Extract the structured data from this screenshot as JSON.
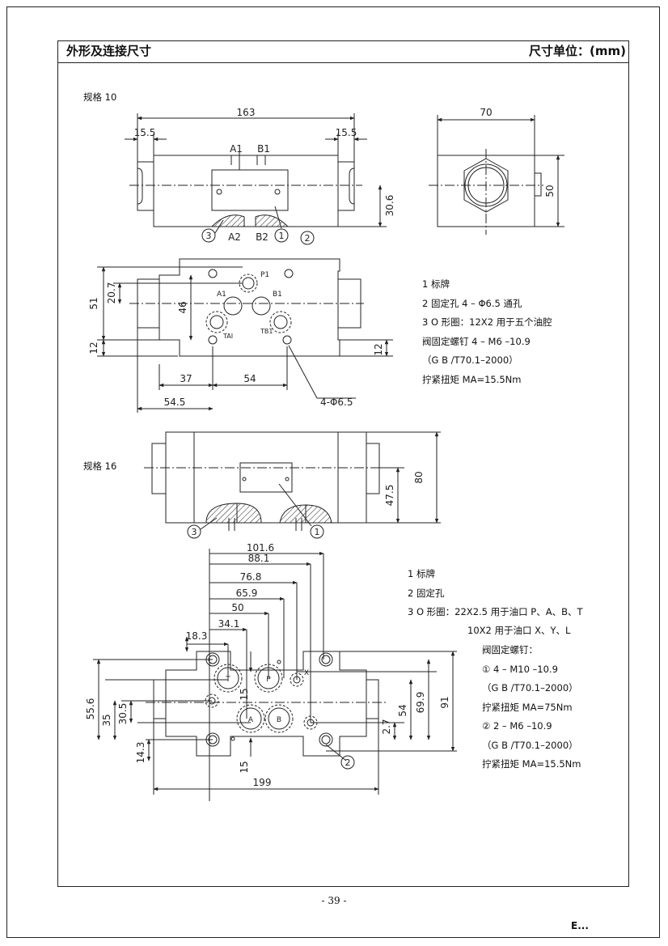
{
  "header": {
    "title": "外形及连接尺寸",
    "unit": "尺寸单位：(mm)"
  },
  "section_10": {
    "spec_label": "规格 10",
    "dims": {
      "overall_length": "163",
      "end_left": "15.5",
      "end_right": "15.5",
      "side_width": "70",
      "side_height": "50",
      "port_height": "30.6",
      "a1": "A1",
      "b1": "B1",
      "a2": "A2",
      "b2": "B2",
      "height_51": "51",
      "height_20_7": "20.7",
      "height_46": "46",
      "bottom_12_left": "12",
      "bottom_12_right": "12",
      "span_37": "37",
      "span_54": "54",
      "span_54_5": "54.5",
      "holes": "4-Φ6.5",
      "p1": "P1",
      "ta1": "TAI",
      "tb1": "TB1",
      "callout_1": "1",
      "callout_2": "2",
      "callout_3": "3"
    },
    "notes": [
      "1   标牌",
      "2   固定孔 4 – Φ6.5 通孔",
      "3   O 形圈：12X2  用于五个油腔",
      "阀固定螺钉 4 – M6 –10.9",
      "（G B /T70.1–2000）",
      "拧紧扭矩 MA=15.5Nm"
    ]
  },
  "section_16": {
    "spec_label": "规格 16",
    "dims": {
      "height_80": "80",
      "height_47_5": "47.5",
      "d_101_6": "101.6",
      "d_88_1": "88.1",
      "d_76_8": "76.8",
      "d_65_9": "65.9",
      "d_50": "50",
      "d_34_1": "34.1",
      "d_18_3": "18.3",
      "d_15_top": "15",
      "d_15_bottom": "15",
      "v_55_6": "55.6",
      "v_35": "35",
      "v_30_5": "30.5",
      "v_14_3": "14.3",
      "v_2_7": "2.7",
      "v_54": "54",
      "v_69_9": "69.9",
      "v_91": "91",
      "overall_199": "199",
      "port_t": "T",
      "port_p": "P",
      "port_a": "A",
      "port_b": "B",
      "port_x": "X",
      "callout_1": "1",
      "callout_2": "2",
      "callout_3": "3"
    },
    "notes": [
      "1   标牌",
      "2   固定孔",
      "3   O 形圈：22X2.5 用于油口 P、A、B、T",
      "10X2 用于油口 X、Y、L",
      "阀固定螺钉：",
      "① 4 – M10 –10.9",
      "（G B /T70.1–2000）",
      "拧紧扭矩 MA=75Nm",
      "② 2 – M6 –10.9",
      "（G B /T70.1–2000）",
      "拧紧扭矩 MA=15.5Nm"
    ]
  },
  "footer": {
    "page_number": "- 39 -",
    "mark": "E..."
  }
}
